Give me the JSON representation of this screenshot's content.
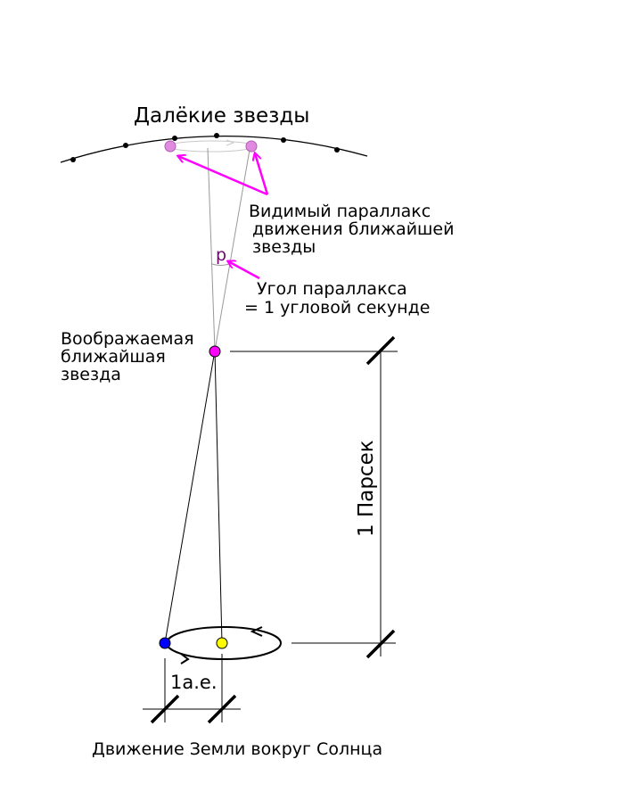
{
  "labels": {
    "distant_stars": "Далёкие звезды",
    "apparent_parallax": [
      "Видимый параллакс",
      "движения ближайшей",
      "звезды"
    ],
    "parallax_symbol": "p",
    "parallax_angle": [
      "Угол параллакса",
      "= 1 угловой секунде"
    ],
    "imaginary_star": [
      "Воображаемая",
      "ближайшая",
      "звезда"
    ],
    "parsec": "1 Парсек",
    "au": "1а.е.",
    "earth_motion": "Движение Земли вокруг Солнца"
  },
  "colors": {
    "parallax_arrow": "#ff00ff",
    "near_star": "#ff00ff",
    "apparent_star": "#e08ae0",
    "earth": "#0000ff",
    "sun": "#ffff00",
    "line": "#000000",
    "sight_line": "#999999"
  }
}
